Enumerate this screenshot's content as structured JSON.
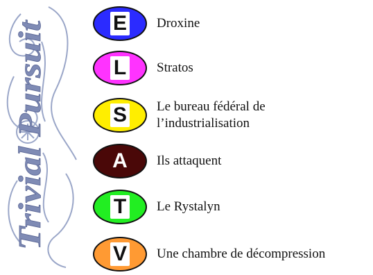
{
  "logo": {
    "text": "Trivial Pursuit"
  },
  "items": [
    {
      "letter": "E",
      "color": "#2b2bff",
      "label_lines": [
        "Droxine"
      ]
    },
    {
      "letter": "L",
      "color": "#ff33ff",
      "label_lines": [
        "Stratos"
      ]
    },
    {
      "letter": "S",
      "color": "#ffee00",
      "label_lines": [
        "Le bureau fédéral de",
        "l’industrialisation"
      ]
    },
    {
      "letter": "A",
      "color": "#4a0808",
      "label_lines": [
        "Ils attaquent"
      ]
    },
    {
      "letter": "T",
      "color": "#22ee22",
      "label_lines": [
        "Le Rystalyn"
      ]
    },
    {
      "letter": "V",
      "color": "#ff9a33",
      "label_lines": [
        "Une chambre de décompression"
      ]
    }
  ]
}
